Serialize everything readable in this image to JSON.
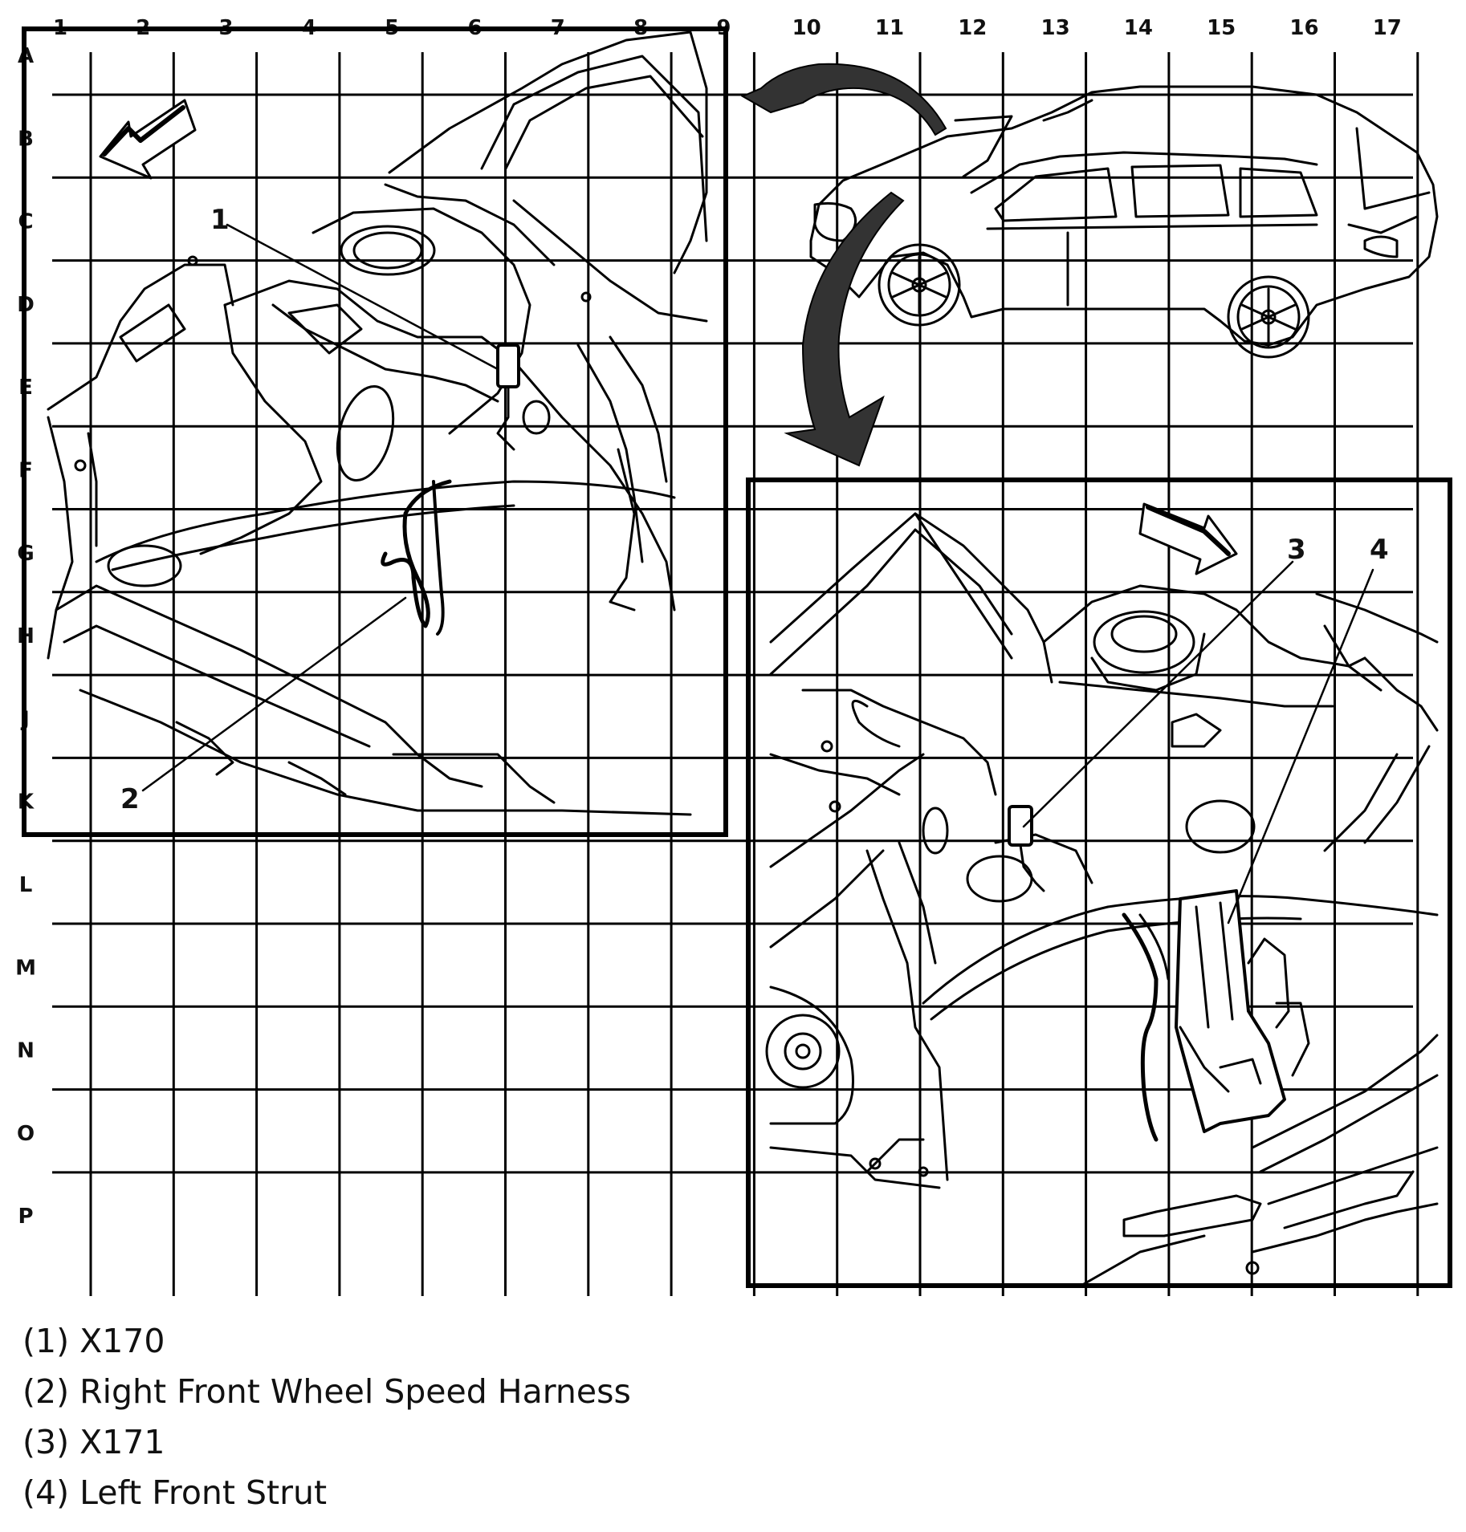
{
  "columns": [
    "1",
    "2",
    "3",
    "4",
    "5",
    "6",
    "7",
    "8",
    "9",
    "10",
    "11",
    "12",
    "13",
    "14",
    "15",
    "16",
    "17"
  ],
  "rows": [
    "A",
    "B",
    "C",
    "D",
    "E",
    "F",
    "G",
    "H",
    "J",
    "K",
    "L",
    "M",
    "N",
    "O",
    "P"
  ],
  "callouts": [
    {
      "number": "1"
    },
    {
      "number": "2"
    },
    {
      "number": "3"
    },
    {
      "number": "4"
    }
  ],
  "legend": [
    "(1) X170",
    "(2) Right Front Wheel Speed Harness",
    "(3) X171",
    "(4) Left Front Strut"
  ]
}
